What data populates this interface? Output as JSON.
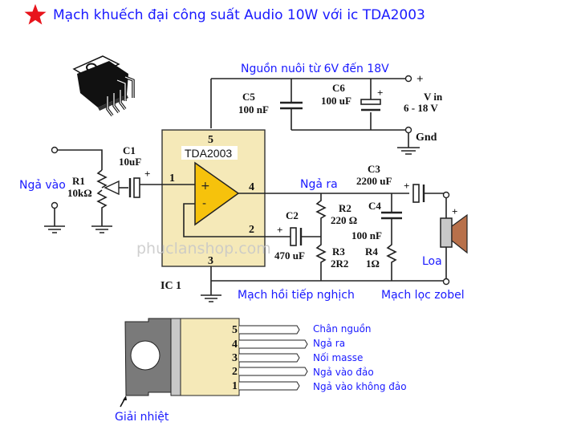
{
  "title": "Mạch khuếch đại công suất Audio 10W với ic TDA2003",
  "colors": {
    "title_text": "#1a1aff",
    "star": "#e8141c",
    "ic_body": "#f5e9b8",
    "opamp": "#f6c20c",
    "speaker_cone": "#b8704a",
    "heatsink": "#7a7a7a"
  },
  "watermark": "phuclanshop.com",
  "power": {
    "label": "Nguồn nuôi từ 6V đến 18V",
    "plus": "+",
    "vin": "V in",
    "range": "6 - 18 V",
    "gnd": "Gnd"
  },
  "components": {
    "c5": {
      "name": "C5",
      "value": "100 nF"
    },
    "c6": {
      "name": "C6",
      "value": "100 uF",
      "polarity": "+"
    },
    "c1": {
      "name": "C1",
      "value": "10uF",
      "polarity": "+"
    },
    "r1": {
      "name": "R1",
      "value": "10kΩ"
    },
    "c2": {
      "name": "C2",
      "value": "470 uF",
      "polarity": "+"
    },
    "r2": {
      "name": "R2",
      "value": "220 Ω"
    },
    "r3": {
      "name": "R3",
      "value": "2R2"
    },
    "c3": {
      "name": "C3",
      "value": "2200 uF",
      "polarity": "+"
    },
    "c4": {
      "name": "C4",
      "value": "100 nF"
    },
    "r4": {
      "name": "R4",
      "value": "1Ω"
    },
    "speaker": {
      "polarity": "+"
    }
  },
  "ic": {
    "chip_label": "TDA2003",
    "ref": "IC 1",
    "opamp_plus": "+",
    "opamp_minus": "-",
    "pins": {
      "p1": "1",
      "p2": "2",
      "p3": "3",
      "p4": "4",
      "p5": "5"
    }
  },
  "labels": {
    "input": "Ngả vào",
    "output": "Ngả ra",
    "speaker": "Loa",
    "feedback": "Mạch hồi tiếp nghịch",
    "zobel": "Mạch lọc zobel"
  },
  "pinout": {
    "pin_numbers": [
      "5",
      "4",
      "3",
      "2",
      "1"
    ],
    "descriptions": [
      "Chân nguồn",
      "Ngả ra",
      "Nối masse",
      "Ngả vào đảo",
      "Ngả vào không đảo"
    ],
    "heatsink_label": "Giải nhiệt"
  }
}
